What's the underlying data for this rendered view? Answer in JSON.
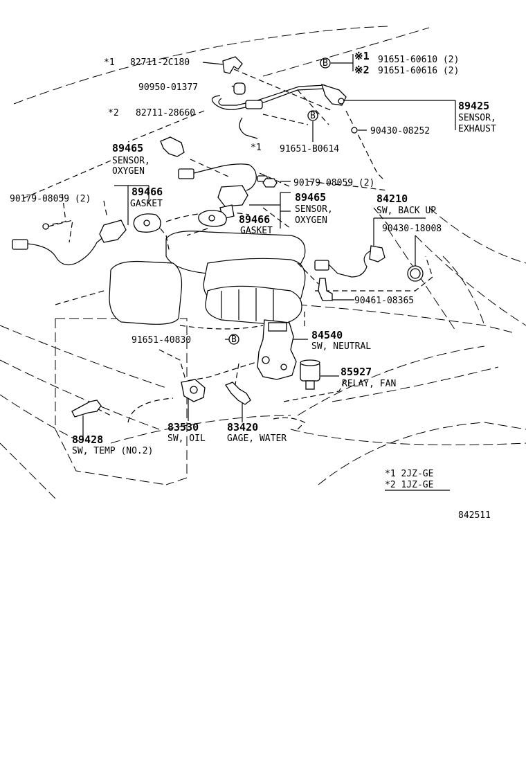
{
  "labels": {
    "star1_top": "*1",
    "p82711_2c180": "82711-2C180",
    "p90950_01377": "90950-01377",
    "star2_mid": "*2",
    "p82711_28660": "82711-28660",
    "kome1": "※1",
    "kome2": "※2",
    "p91651_60610": "91651-60610 (2)",
    "p91651_60616": "91651-60616 (2)",
    "p89425": "89425",
    "sensor_exhaust_1": "SENSOR,",
    "sensor_exhaust_2": "EXHAUST",
    "p90430_08252": "90430-08252",
    "star1_mid": "*1",
    "p91651_b0614": "91651-B0614",
    "p89465_a": "89465",
    "sensor_oxy_a1": "SENSOR,",
    "sensor_oxy_a2": "OXYGEN",
    "p90179_08059_a": "90179-08059 (2)",
    "p89466_a": "89466",
    "gasket_a": "GASKET",
    "p90179_08059_b": "90179-08059 (2)",
    "p89465_b": "89465",
    "sensor_oxy_b1": "SENSOR,",
    "sensor_oxy_b2": "OXYGEN",
    "p89466_b": "89466",
    "gasket_b": "GASKET",
    "p84210": "84210",
    "sw_back_up": "SW, BACK UP",
    "p90430_18008": "90430-18008",
    "p90461_08365": "90461-08365",
    "p91651_40830": "91651-40830",
    "p84540": "84540",
    "sw_neutral": "SW, NEUTRAL",
    "p85927": "85927",
    "relay_fan": "RELAY, FAN",
    "p83530": "83530",
    "sw_oil": "SW, OIL",
    "p83420": "83420",
    "gage_water": "GAGE, WATER",
    "p89428": "89428",
    "sw_temp": "SW, TEMP (NO.2)",
    "legend1": "*1  2JZ-GE",
    "legend2": "*2  1JZ-GE",
    "diagram_no": "842511",
    "bolt_mark": "B"
  }
}
